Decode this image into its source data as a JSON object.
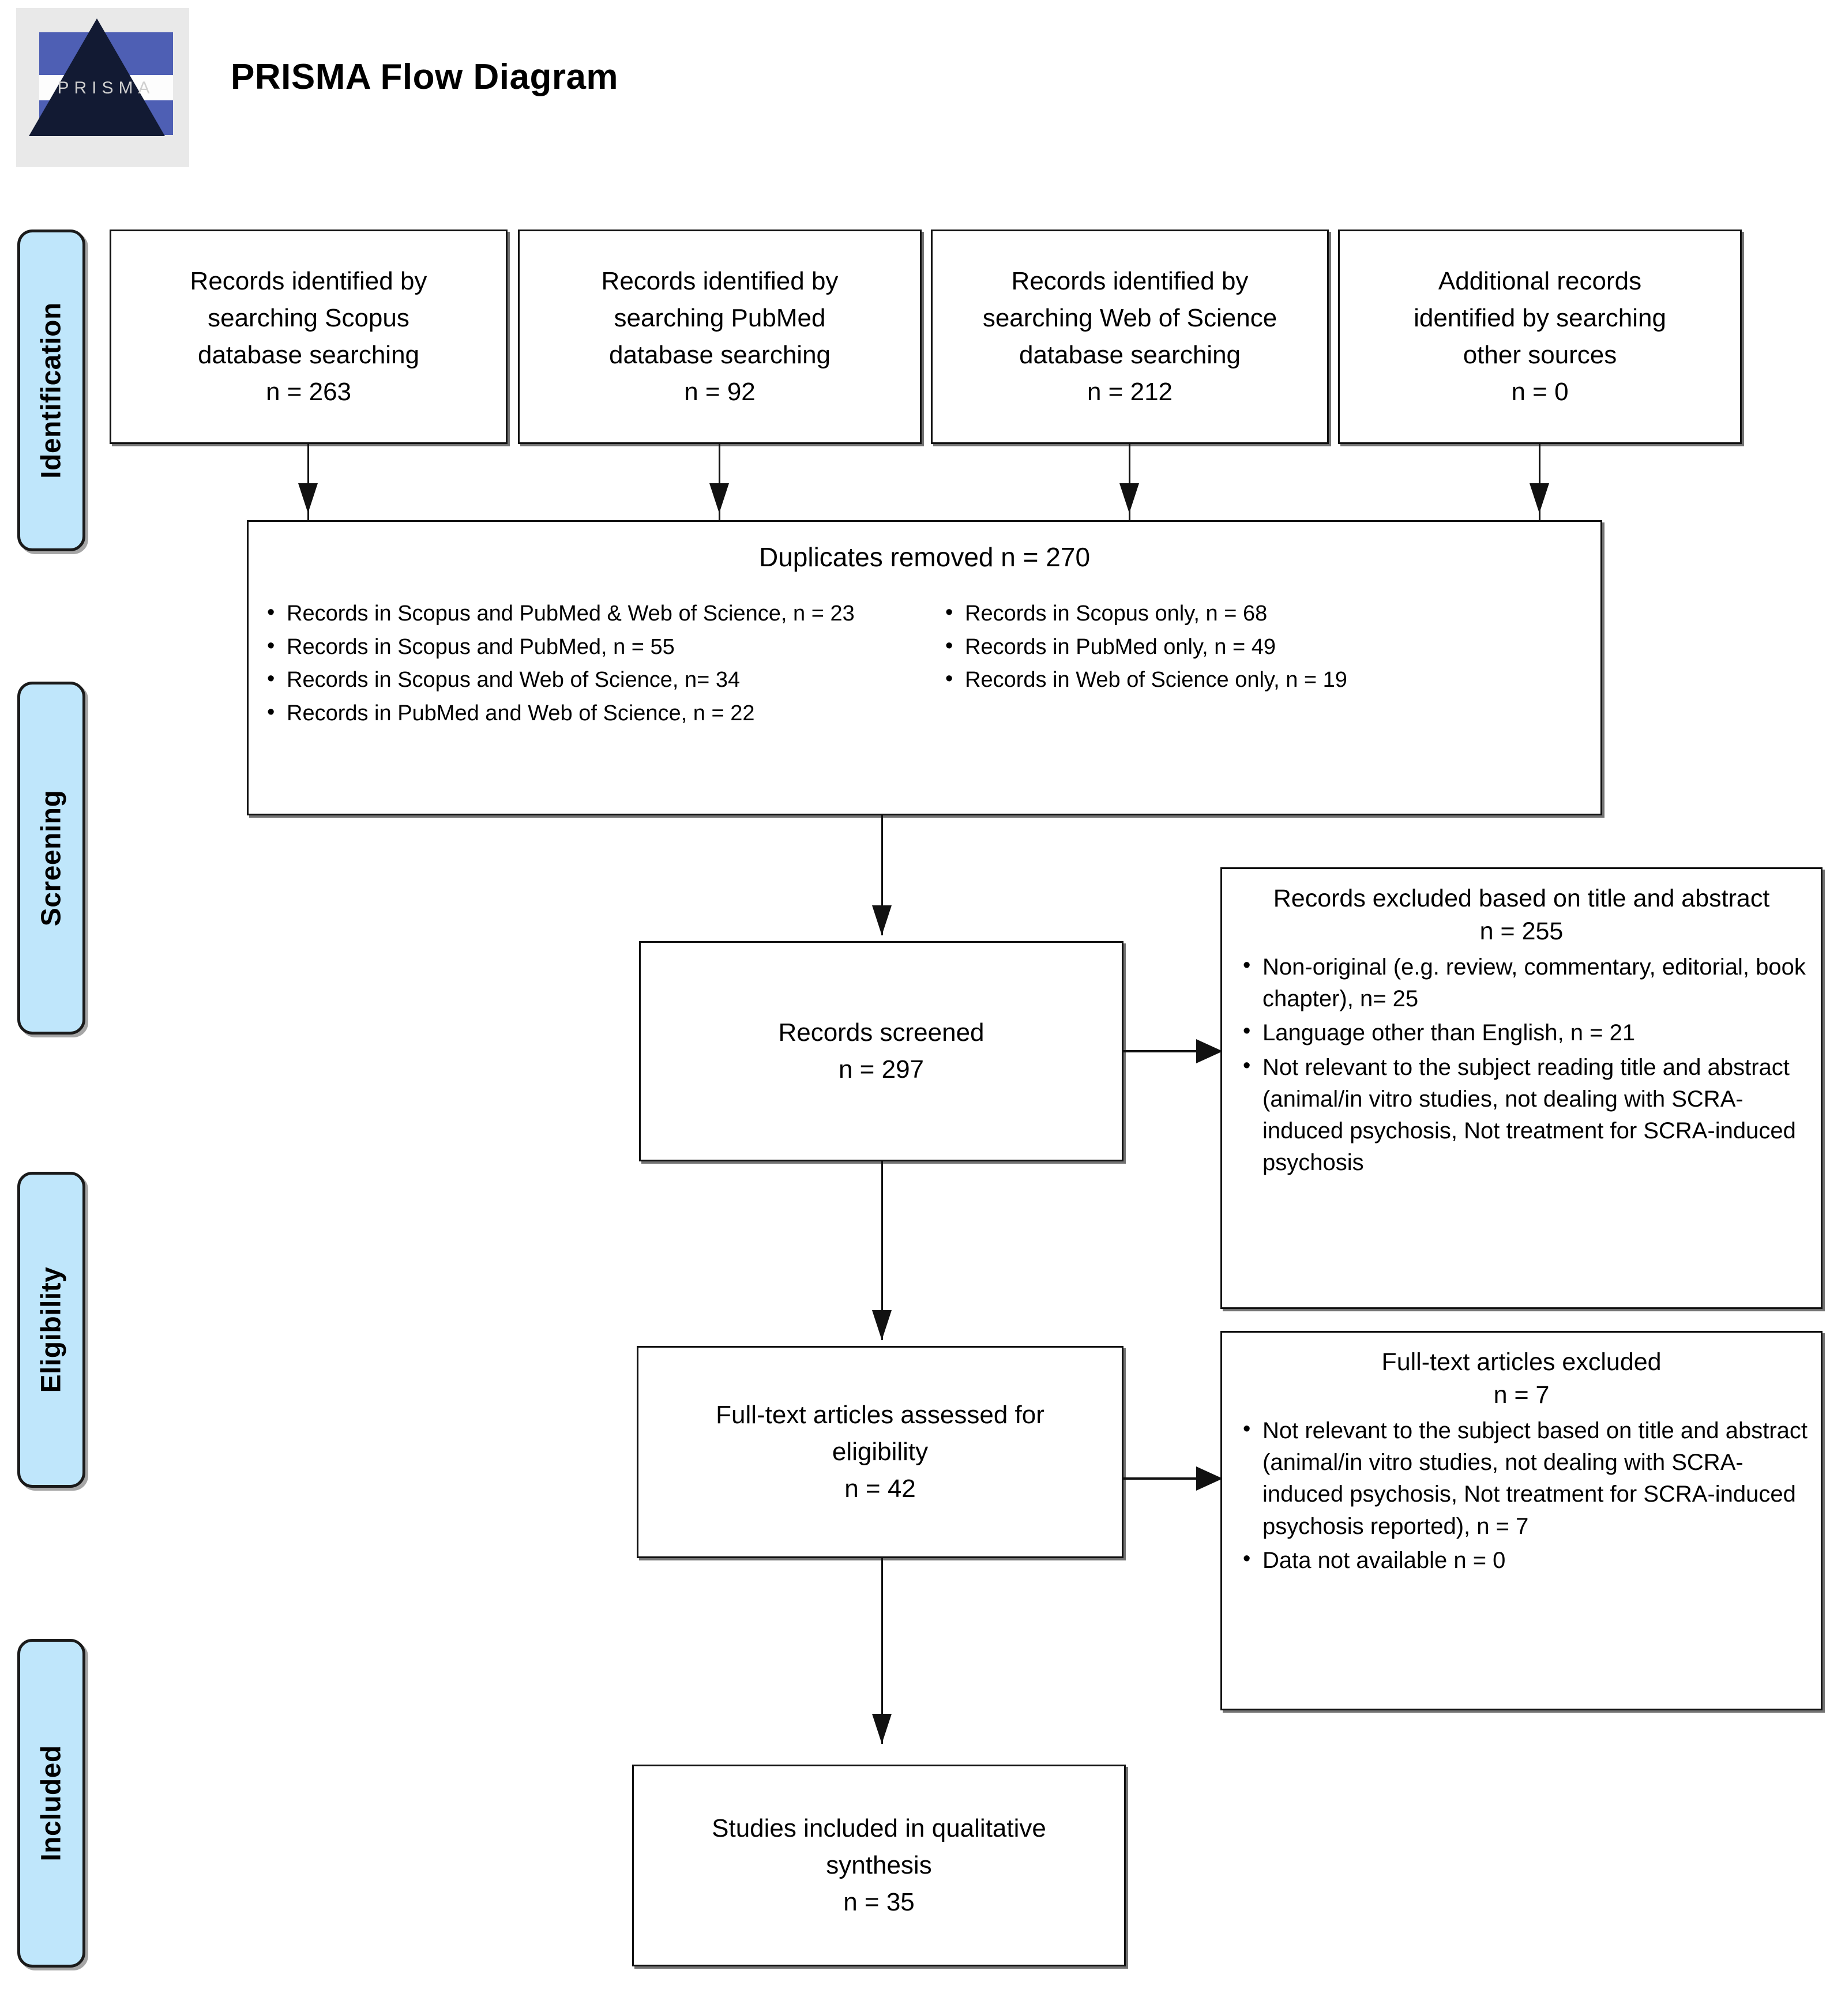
{
  "header": {
    "title": "PRISMA Flow Diagram",
    "logo_wordmark": "PRISMA",
    "logo_name": "prisma-logo"
  },
  "phases": [
    {
      "label": "Identification"
    },
    {
      "label": "Screening"
    },
    {
      "label": "Eligibility"
    },
    {
      "label": "Included"
    }
  ],
  "identification_boxes": [
    {
      "line1": "Records identified by",
      "line2": "searching Scopus",
      "line3": "database searching",
      "n": "n = 263"
    },
    {
      "line1": "Records identified by",
      "line2": "searching PubMed",
      "line3": "database searching",
      "n": "n = 92"
    },
    {
      "line1": "Records identified by",
      "line2": "searching Web of Science",
      "line3": "database searching",
      "n": "n = 212"
    },
    {
      "line1": "Additional records",
      "line2": "identified by searching",
      "line3": "other sources",
      "n": "n = 0"
    }
  ],
  "duplicates": {
    "title": "Duplicates removed n = 270",
    "left_items": [
      "Records in Scopus and PubMed & Web of Science, n = 23",
      "Records in Scopus and PubMed, n = 55",
      "Records in Scopus and Web of Science, n= 34",
      "Records in PubMed and Web of Science, n = 22"
    ],
    "right_items": [
      "Records in Scopus only, n = 68",
      "Records in PubMed only, n = 49",
      "Records in Web of Science only, n = 19"
    ]
  },
  "screened": {
    "line1": "Records screened",
    "n": "n = 297"
  },
  "records_excluded": {
    "title": "Records excluded based on title and abstract",
    "n": "n = 255",
    "items": [
      "Non-original (e.g. review, commentary, editorial, book chapter), n= 25",
      "Language other than English, n = 21",
      "Not relevant to the subject reading title and abstract (animal/in vitro studies, not dealing with SCRA-induced psychosis, Not treatment for SCRA-induced psychosis"
    ]
  },
  "fulltext_assessed": {
    "line1": "Full-text articles assessed for",
    "line2": "eligibility",
    "n": "n = 42"
  },
  "fulltext_excluded": {
    "title": "Full-text articles excluded",
    "n": "n = 7",
    "items": [
      "Not relevant to the subject based on title and abstract (animal/in vitro studies, not dealing with SCRA-induced psychosis, Not treatment for SCRA-induced psychosis reported), n = 7",
      "Data not available n = 0"
    ]
  },
  "included_studies": {
    "line1": "Studies included in qualitative",
    "line2": "synthesis",
    "n": "n = 35"
  },
  "colors": {
    "phase_fill": "#BFE6FB",
    "border": "#111111",
    "logo_blue": "#4E5FB4",
    "background": "#FFFFFF"
  }
}
